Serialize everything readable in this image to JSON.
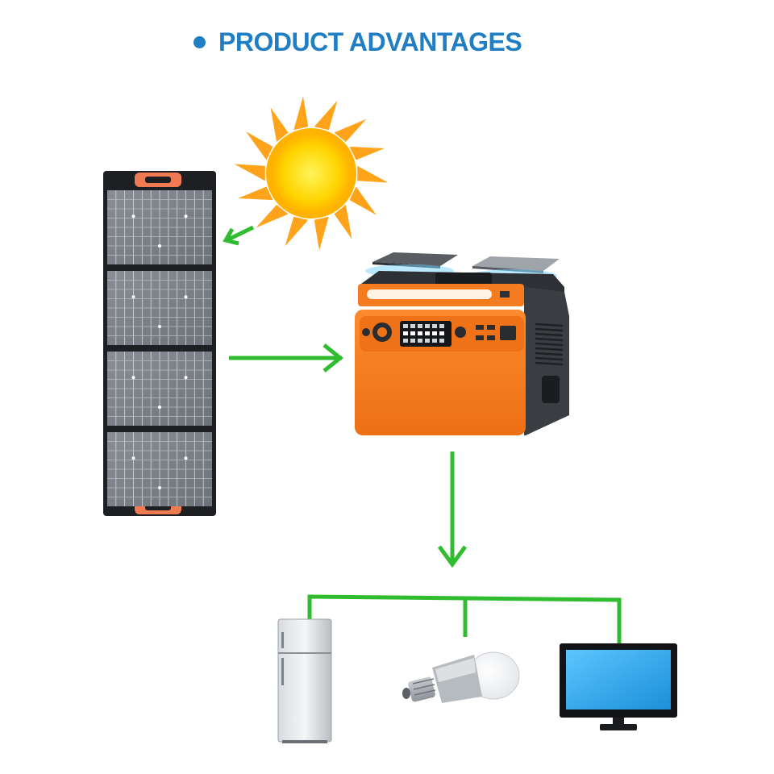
{
  "header": {
    "title": "PRODUCT ADVANTAGES",
    "bullet_icon": "circle-bullet-icon"
  },
  "colors": {
    "title": "#1f7ec4",
    "arrow": "#2fbd2f",
    "sun_core": "#ffd400",
    "sun_rays": "#ffa31a",
    "station_orange": "#f47b20",
    "screen_blue": "#2aa7ee"
  },
  "diagram": {
    "nodes": [
      "sun-icon",
      "solar-panel-image",
      "power-station-image",
      "refrigerator-image",
      "light-bulb-image",
      "monitor-image"
    ],
    "flows": [
      {
        "from": "sun-icon",
        "to": "solar-panel-image"
      },
      {
        "from": "solar-panel-image",
        "to": "power-station-image"
      },
      {
        "from": "power-station-image",
        "to": "appliances"
      }
    ]
  }
}
